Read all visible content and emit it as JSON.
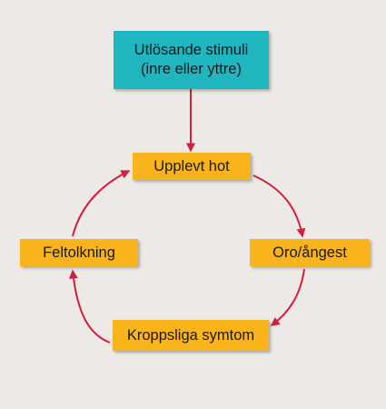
{
  "diagram": {
    "trigger": {
      "line1": "Utlösande stimuli",
      "line2": "(inre eller yttre)"
    },
    "nodes": {
      "threat": "Upplevt hot",
      "anxiety": "Oro/ångest",
      "symptoms": "Kroppsliga symtom",
      "misinterpretation": "Feltolkning"
    },
    "colors": {
      "background": "#ece9e6",
      "trigger_fill": "#1fb6bf",
      "node_fill": "#f9b31b",
      "arrow": "#d31f3d"
    }
  }
}
